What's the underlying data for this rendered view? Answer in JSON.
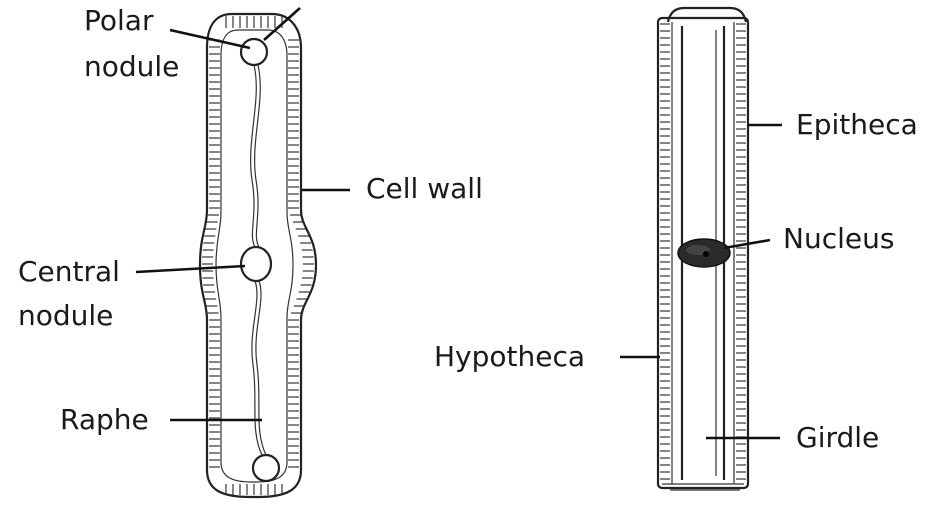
{
  "left_diagram": {
    "labels": {
      "polar_nodule_line1": "Polar",
      "polar_nodule_line2": "nodule",
      "cell_wall": "Cell wall",
      "central_nodule_line1": "Central",
      "central_nodule_line2": "nodule",
      "raphe": "Raphe"
    }
  },
  "right_diagram": {
    "labels": {
      "epitheca": "Epitheca",
      "nucleus": "Nucleus",
      "hypotheca": "Hypotheca",
      "girdle": "Girdle"
    }
  },
  "colors": {
    "ink": "#222222",
    "nucleus_fill": "#2a2a2a",
    "background": "#ffffff"
  }
}
